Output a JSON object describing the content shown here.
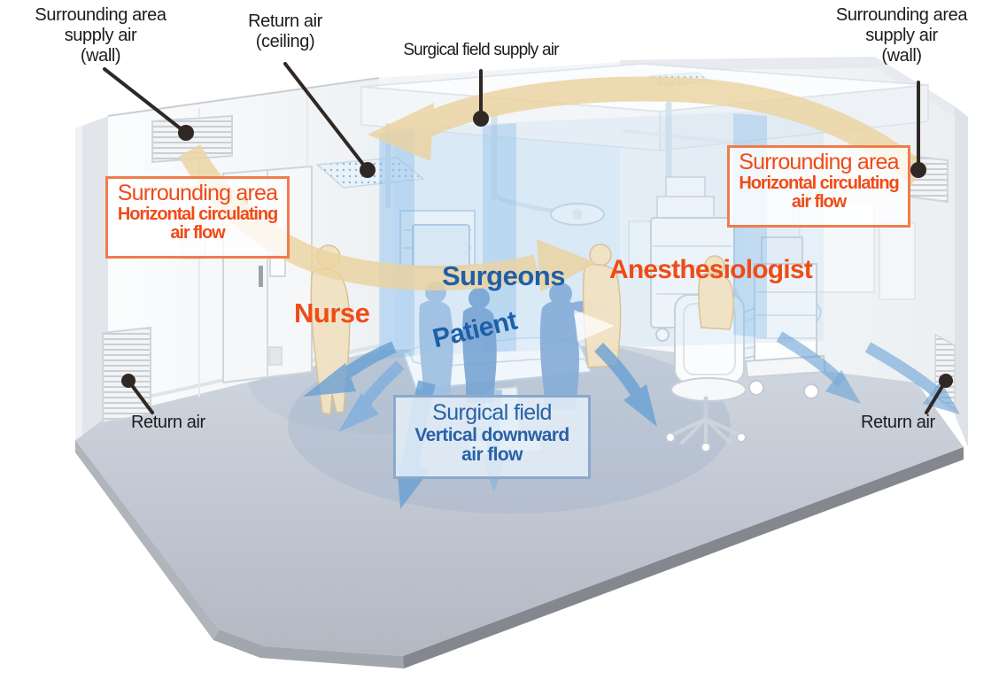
{
  "callouts": {
    "supply_wall_left": {
      "lines": [
        "Surrounding area",
        "supply air",
        "(wall)"
      ]
    },
    "return_ceiling": {
      "lines": [
        "Return air",
        "(ceiling)"
      ]
    },
    "surgical_field_supply": {
      "label": "Surgical field supply air"
    },
    "supply_wall_right": {
      "lines": [
        "Surrounding area",
        "supply air",
        "(wall)"
      ]
    },
    "return_air_left": {
      "label": "Return air"
    },
    "return_air_right": {
      "label": "Return air"
    }
  },
  "flow_boxes": {
    "surrounding_left": {
      "title": "Surrounding area",
      "line1": "Horizontal circulating",
      "line2": "air flow"
    },
    "surrounding_right": {
      "title": "Surrounding area",
      "line1": "Horizontal circulating",
      "line2": "air flow"
    },
    "surgical_field": {
      "title": "Surgical field",
      "line1": "Vertical downward",
      "line2": "air flow"
    }
  },
  "people": {
    "nurse": "Nurse",
    "surgeons": "Surgeons",
    "patient": "Patient",
    "anesthesiologist": "Anesthesiologist"
  },
  "colors": {
    "accent_orange": "#f04b17",
    "accent_blue": "#1e5fa9",
    "supply_arrow_tan": "#ecd3a0",
    "downward_arrow_blue": "#6aa1d4",
    "leader_line": "#2f2824",
    "floor_gray": "#bcc2cc"
  }
}
